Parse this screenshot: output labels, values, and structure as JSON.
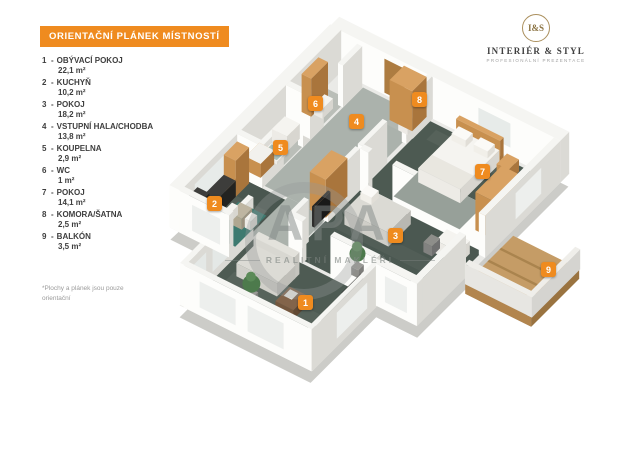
{
  "header": {
    "title": "ORIENTAČNÍ PLÁNEK MÍSTNOSTÍ"
  },
  "logo": {
    "monogram": "I&S",
    "name": "INTERIÉR & STYL",
    "tagline": "PROFESIONÁLNÍ PREZENTACE"
  },
  "legend": {
    "separator": "-",
    "items": [
      {
        "num": "1",
        "name": "OBÝVACÍ POKOJ",
        "area": "22,1 m²"
      },
      {
        "num": "2",
        "name": "KUCHYŇ",
        "area": "10,2 m²"
      },
      {
        "num": "3",
        "name": "POKOJ",
        "area": "18,2 m²"
      },
      {
        "num": "4",
        "name": "VSTUPNÍ HALA/CHODBA",
        "area": "13,8 m²"
      },
      {
        "num": "5",
        "name": "KOUPELNA",
        "area": "2,9 m²"
      },
      {
        "num": "6",
        "name": "WC",
        "area": "1 m²"
      },
      {
        "num": "7",
        "name": "POKOJ",
        "area": "14,1 m²"
      },
      {
        "num": "8",
        "name": "KOMORA/ŠATNA",
        "area": "2,5 m²"
      },
      {
        "num": "9",
        "name": "BALKÓN",
        "area": "3,5 m²"
      }
    ],
    "footnote": "*Plochy a plánek jsou pouze orientační"
  },
  "watermark": {
    "brand": "APA",
    "subtitle": "REALITNÍ MAKLÉŘI"
  },
  "plan": {
    "markers": [
      "1",
      "2",
      "3",
      "4",
      "5",
      "6",
      "7",
      "8",
      "9"
    ]
  },
  "colors": {
    "accent": "#ef8b1f",
    "floor_dark": "#4d5a52",
    "wood": "#c8904f"
  }
}
